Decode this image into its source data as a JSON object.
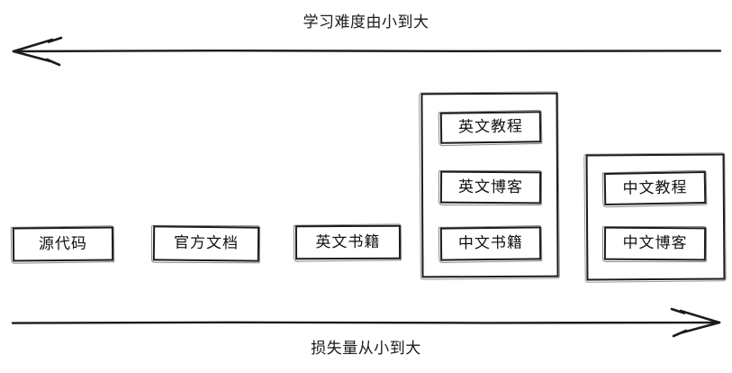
{
  "diagram": {
    "title_top": "学习难度由小到大",
    "title_bottom": "损失量从小到大",
    "top_axis_direction": "left",
    "bottom_axis_direction": "right",
    "stroke_color": "#1b1b1b",
    "background_color": "#ffffff",
    "text_color": "#111111"
  },
  "nodes": [
    {
      "label": "源代码"
    },
    {
      "label": "官方文档"
    },
    {
      "label": "英文书籍"
    }
  ],
  "groups": [
    {
      "name": "english-materials-group",
      "items": [
        {
          "label": "英文教程"
        },
        {
          "label": "英文博客"
        },
        {
          "label": "中文书籍"
        }
      ]
    },
    {
      "name": "chinese-materials-group",
      "items": [
        {
          "label": "中文教程"
        },
        {
          "label": "中文博客"
        }
      ]
    }
  ]
}
